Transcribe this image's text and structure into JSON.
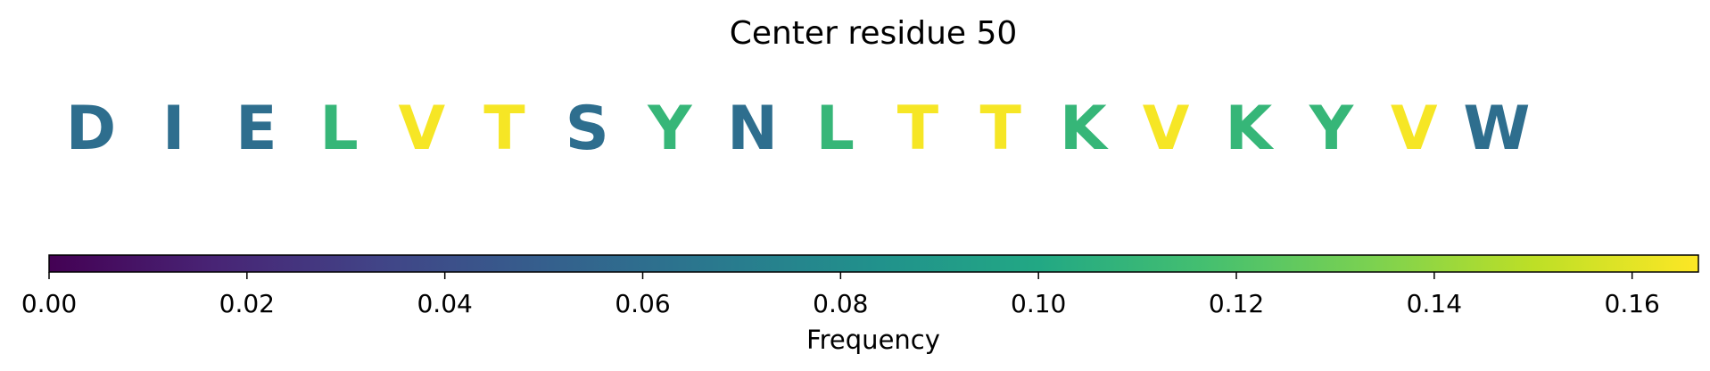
{
  "chart_data": {
    "type": "sequence-logo-colorbar",
    "title": "Center residue 50",
    "residues": [
      {
        "letter": "D",
        "value": 0.06
      },
      {
        "letter": "I",
        "value": 0.06
      },
      {
        "letter": "E",
        "value": 0.06
      },
      {
        "letter": "L",
        "value": 0.11
      },
      {
        "letter": "V",
        "value": 0.165
      },
      {
        "letter": "T",
        "value": 0.165
      },
      {
        "letter": "S",
        "value": 0.06
      },
      {
        "letter": "Y",
        "value": 0.11
      },
      {
        "letter": "N",
        "value": 0.06
      },
      {
        "letter": "L",
        "value": 0.11
      },
      {
        "letter": "T",
        "value": 0.165
      },
      {
        "letter": "T",
        "value": 0.165
      },
      {
        "letter": "K",
        "value": 0.11
      },
      {
        "letter": "V",
        "value": 0.165
      },
      {
        "letter": "K",
        "value": 0.11
      },
      {
        "letter": "Y",
        "value": 0.11
      },
      {
        "letter": "V",
        "value": 0.165
      },
      {
        "letter": "W",
        "value": 0.06
      }
    ],
    "colorbar": {
      "label": "Frequency",
      "colormap": "viridis",
      "range": [
        0,
        0.1667
      ],
      "ticks": [
        "0.00",
        "0.02",
        "0.04",
        "0.06",
        "0.08",
        "0.10",
        "0.12",
        "0.14",
        "0.16"
      ]
    }
  }
}
